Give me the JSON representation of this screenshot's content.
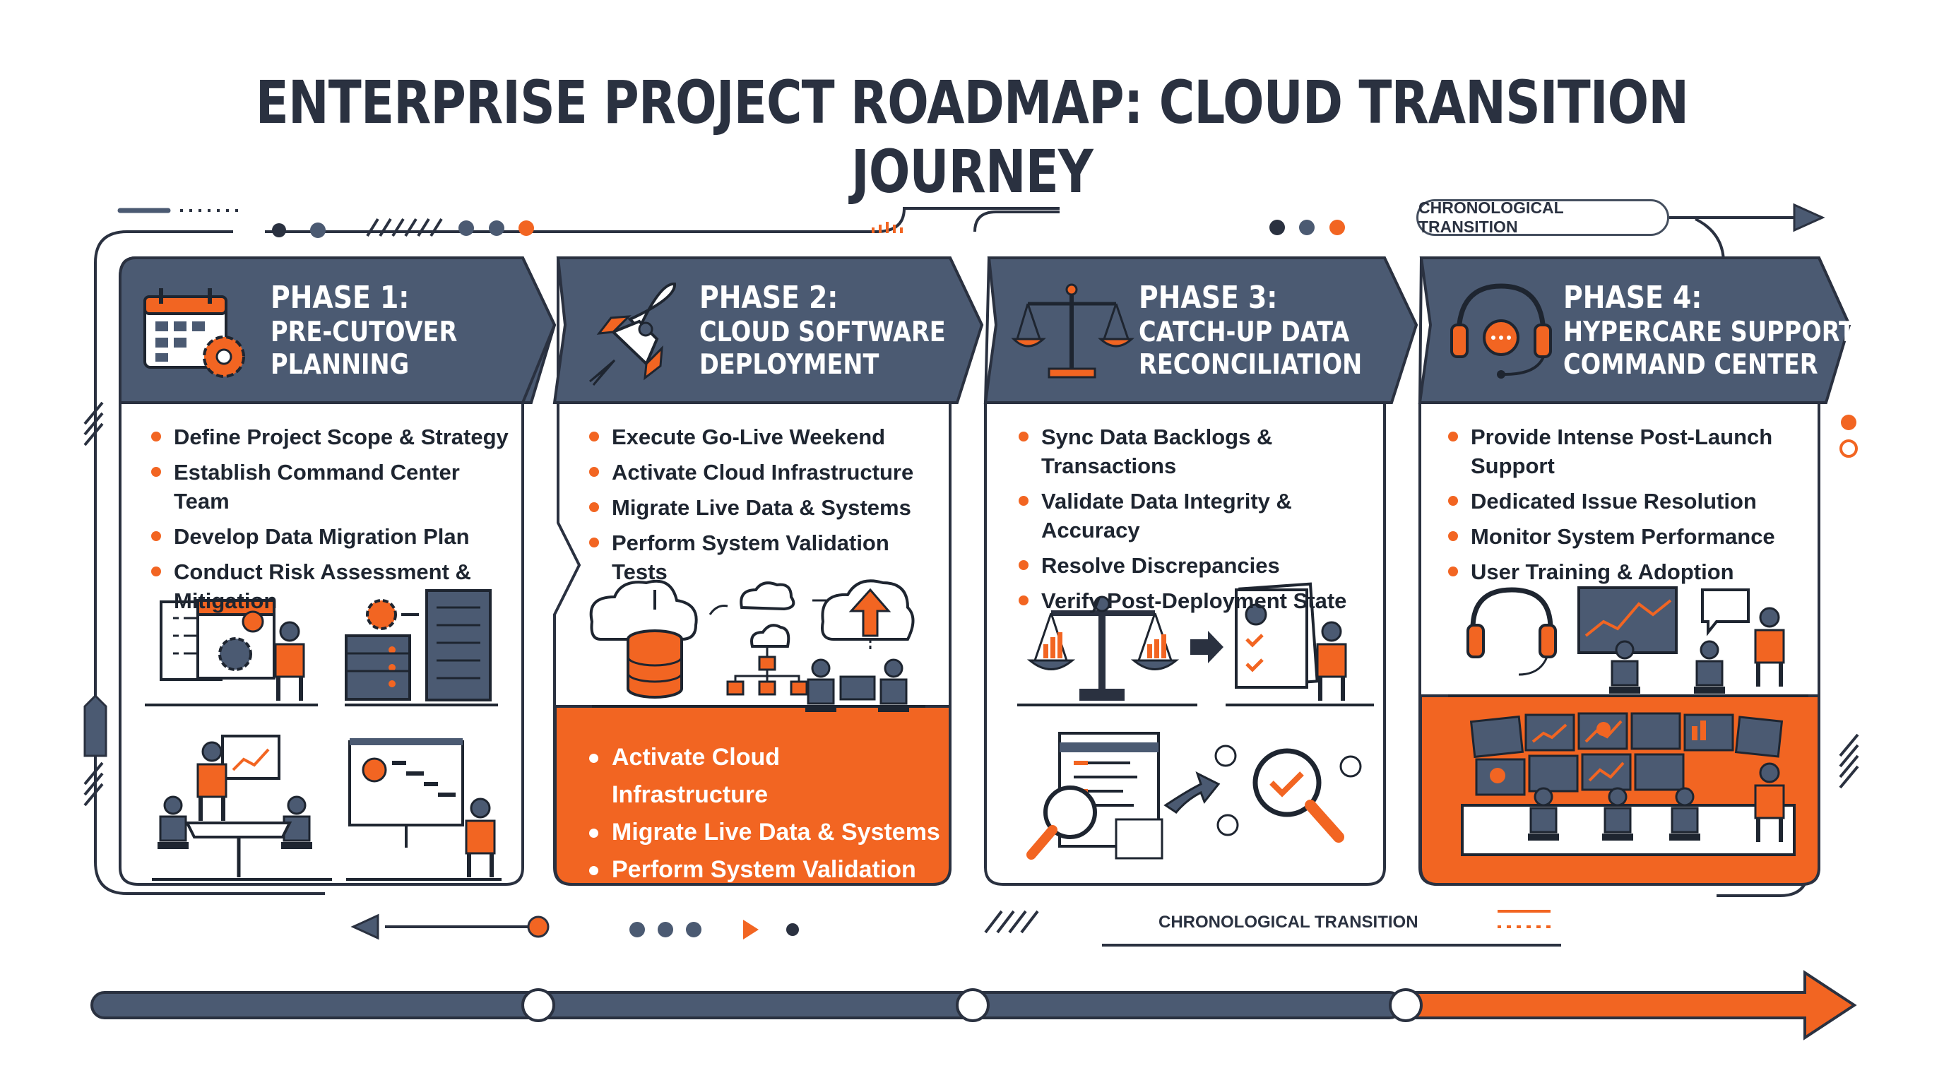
{
  "title": "ENTERPRISE PROJECT ROADMAP: CLOUD TRANSITION JOURNEY",
  "chronological_label_top": "CHRONOLOGICAL TRANSITION",
  "chronological_label_bottom": "CHRONOLOGICAL TRANSITION",
  "colors": {
    "navy": "#4b5a72",
    "orange": "#f26522",
    "dark": "#2a3140"
  },
  "phases": [
    {
      "number": "PHASE 1:",
      "title": "PRE-CUTOVER\nPLANNING",
      "icon": "calendar-gear-icon",
      "bullets": [
        "Define Project Scope & Strategy",
        "Establish Command Center Team",
        "Develop Data Migration Plan",
        "Conduct Risk Assessment &\nMitigation"
      ]
    },
    {
      "number": "PHASE 2:",
      "title": "CLOUD SOFTWARE\nDEPLOYMENT",
      "icon": "rocket-icon",
      "bullets": [
        "Execute Go-Live Weekend",
        "Activate Cloud Infrastructure",
        "Migrate Live Data & Systems",
        "Perform System Validation Tests"
      ],
      "highlight_bullets": [
        "Activate Cloud Infrastructure",
        "Migrate Live Data & Systems",
        "Perform System Validation Tests"
      ]
    },
    {
      "number": "PHASE 3:",
      "title": "CATCH-UP DATA\nRECONCILIATION",
      "icon": "balance-scale-icon",
      "bullets": [
        "Sync Data Backlogs & Transactions",
        "Validate Data Integrity & Accuracy",
        "Resolve Discrepancies",
        "Verify Post-Deployment State"
      ]
    },
    {
      "number": "PHASE 4:",
      "title": "HYPERCARE SUPPORT\nCOMMAND CENTER",
      "icon": "headset-chat-icon",
      "bullets": [
        "Provide Intense Post-Launch Support",
        "Dedicated Issue Resolution",
        "Monitor System Performance",
        "User Training & Adoption"
      ]
    }
  ]
}
